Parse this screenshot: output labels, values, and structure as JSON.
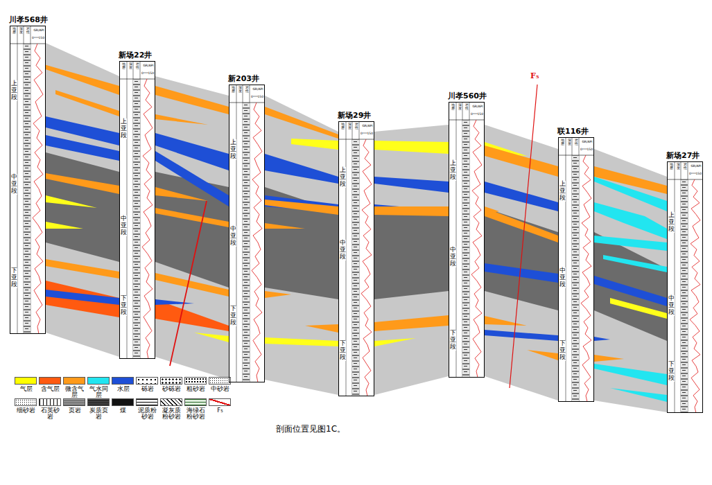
{
  "diagram": {
    "caption": "剖面位置见图1C。",
    "nodes": [
      {
        "text": [
          "川孝568井"
        ]
      },
      {
        "text": [
          "新场22井"
        ]
      },
      {
        "text": [
          "新203井"
        ]
      },
      {
        "text": [
          "新场29井"
        ]
      },
      {
        "text": [
          "川孝560井"
        ]
      },
      {
        "text": [
          "联116井"
        ]
      },
      {
        "text": [
          "新场27井"
        ]
      }
    ],
    "labels": [
      "地层",
      "深度",
      "岩性",
      "GR/API",
      "0",
      "150",
      "上亚段",
      "中亚段",
      "下亚段",
      "地层",
      "深度",
      "岩性",
      "GR/API",
      "0",
      "150",
      "上亚段",
      "中亚段",
      "下亚段",
      "地层",
      "深度",
      "岩性",
      "GR/API",
      "0",
      "150",
      "上亚段",
      "中亚段",
      "下亚段",
      "地层",
      "深度",
      "岩性",
      "GR/API",
      "0",
      "150",
      "上亚段",
      "中亚段",
      "下亚段",
      "地层",
      "深度",
      "岩性",
      "GR/API",
      "0",
      "150",
      "上亚段",
      "中亚段",
      "下亚段",
      "地层",
      "深度",
      "岩性",
      "GR/API",
      "0",
      "150",
      "上亚段",
      "中亚段",
      "下亚段",
      "地层",
      "深度",
      "岩性",
      "GR/API",
      "0",
      "150",
      "上亚段",
      "中亚段",
      "下亚段",
      "F₅"
    ],
    "legend": [
      {
        "text": "气层",
        "color": "#ffff00"
      },
      {
        "text": "含气层",
        "color": "#ff5a10"
      },
      {
        "text": "微含气层",
        "color": "#ff9a1a"
      },
      {
        "text": "气水同层",
        "color": "#22e5f0"
      },
      {
        "text": "水层",
        "color": "#1e4fd6"
      },
      {
        "text": "砾岩"
      },
      {
        "text": "砂砾岩"
      },
      {
        "text": "粗砂岩"
      },
      {
        "text": "中砂岩"
      },
      {
        "text": "细砂岩"
      },
      {
        "text": "石英砂岩"
      },
      {
        "text": "页岩"
      },
      {
        "text": "炭质页岩"
      },
      {
        "text": "煤"
      },
      {
        "text": "泥质粉砂岩"
      },
      {
        "text": "凝灰质粉砂岩"
      },
      {
        "text": "海绿石粉砂岩"
      },
      {
        "text": "F₅"
      }
    ]
  }
}
